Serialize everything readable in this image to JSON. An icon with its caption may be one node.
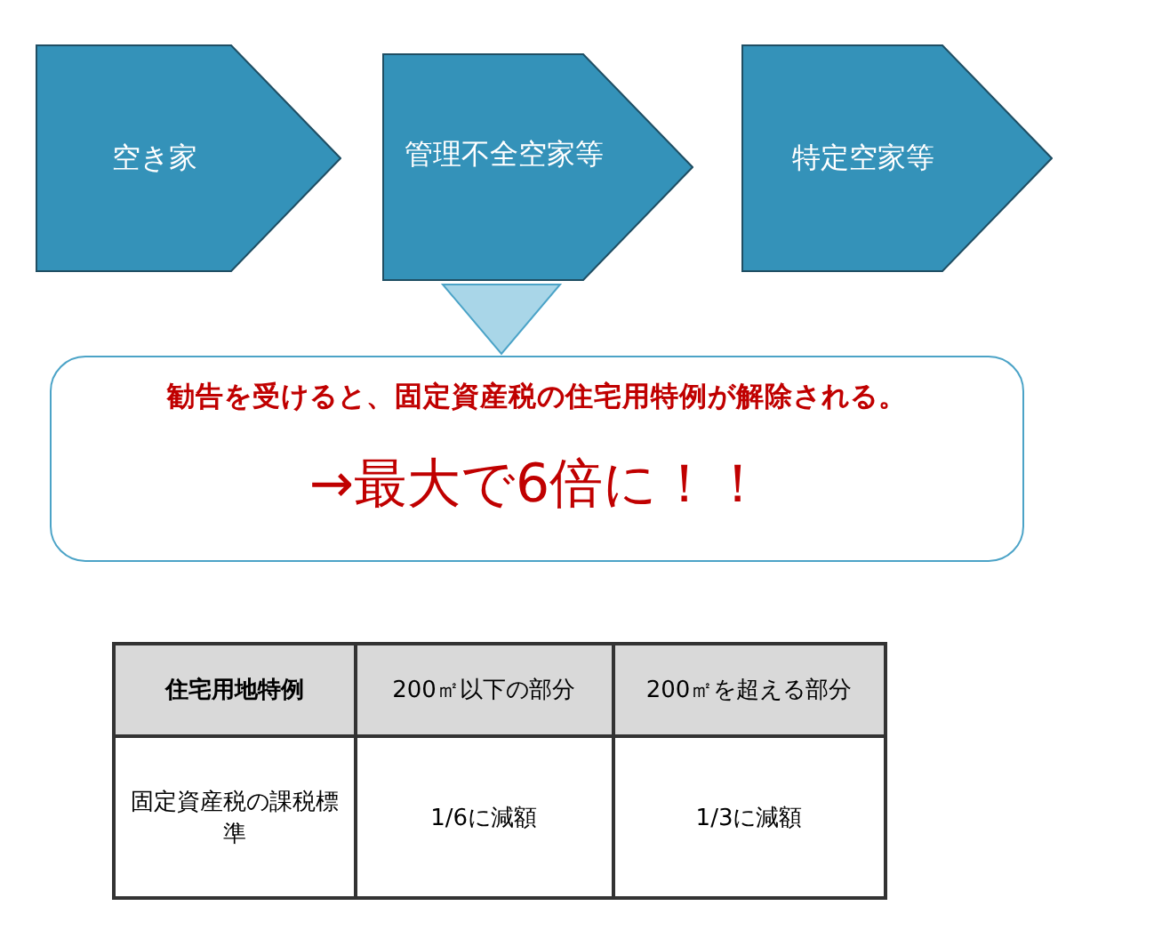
{
  "diagram": {
    "nodes": [
      {
        "text": [
          "空き家"
        ]
      },
      {
        "text": [
          "管理不全空家等"
        ]
      },
      {
        "text": [
          "特定空家等"
        ]
      },
      {
        "text": [
          "勧告を受けると、固定資産税の住宅用特例が解除される。",
          "→最大で6倍に！！"
        ]
      }
    ],
    "edges": [
      {
        "from": 1,
        "to": 3,
        "arrow": "to"
      }
    ],
    "labels": [
      "住宅用地特例",
      "200㎡以下の部分",
      "200㎡を超える部分",
      "固定資産税の課税標準",
      "1/6に減額",
      "1/3に減額"
    ]
  }
}
